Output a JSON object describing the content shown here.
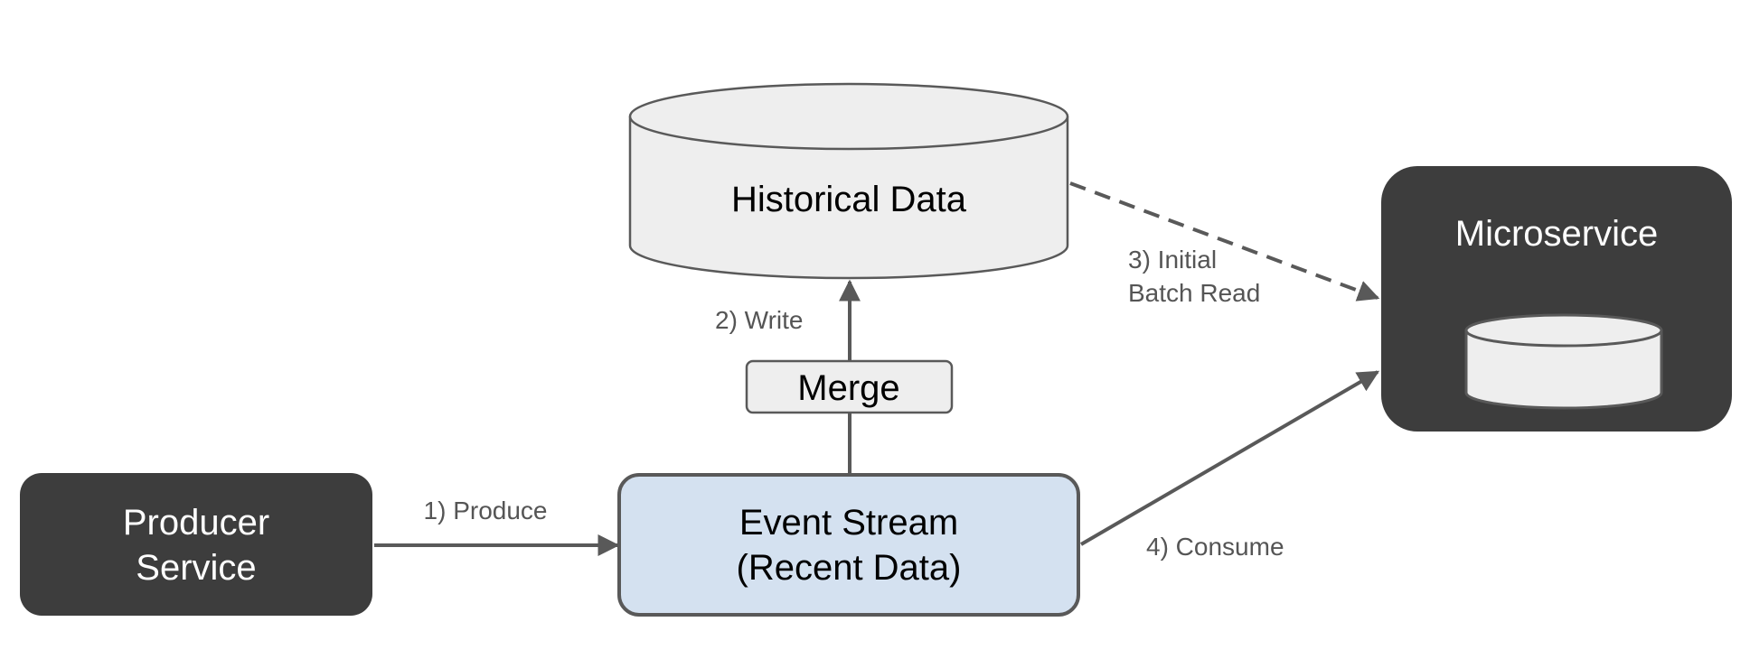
{
  "colors": {
    "dark_box": "#3d3d3d",
    "light_fill": "#eeeeee",
    "stream_fill": "#d4e1f0",
    "stroke": "#595959",
    "arrow": "#595959"
  },
  "nodes": {
    "producer": {
      "line1": "Producer",
      "line2": "Service"
    },
    "event_stream": {
      "line1": "Event Stream",
      "line2": "(Recent Data)"
    },
    "historical": {
      "label": "Historical Data"
    },
    "merge": {
      "label": "Merge"
    },
    "microservice": {
      "label": "Microservice"
    }
  },
  "edges": {
    "produce": {
      "label": "1) Produce"
    },
    "write": {
      "label": "2) Write"
    },
    "batch_read": {
      "line1": "3) Initial",
      "line2": "Batch Read",
      "style": "dashed"
    },
    "consume": {
      "label": "4) Consume"
    }
  }
}
